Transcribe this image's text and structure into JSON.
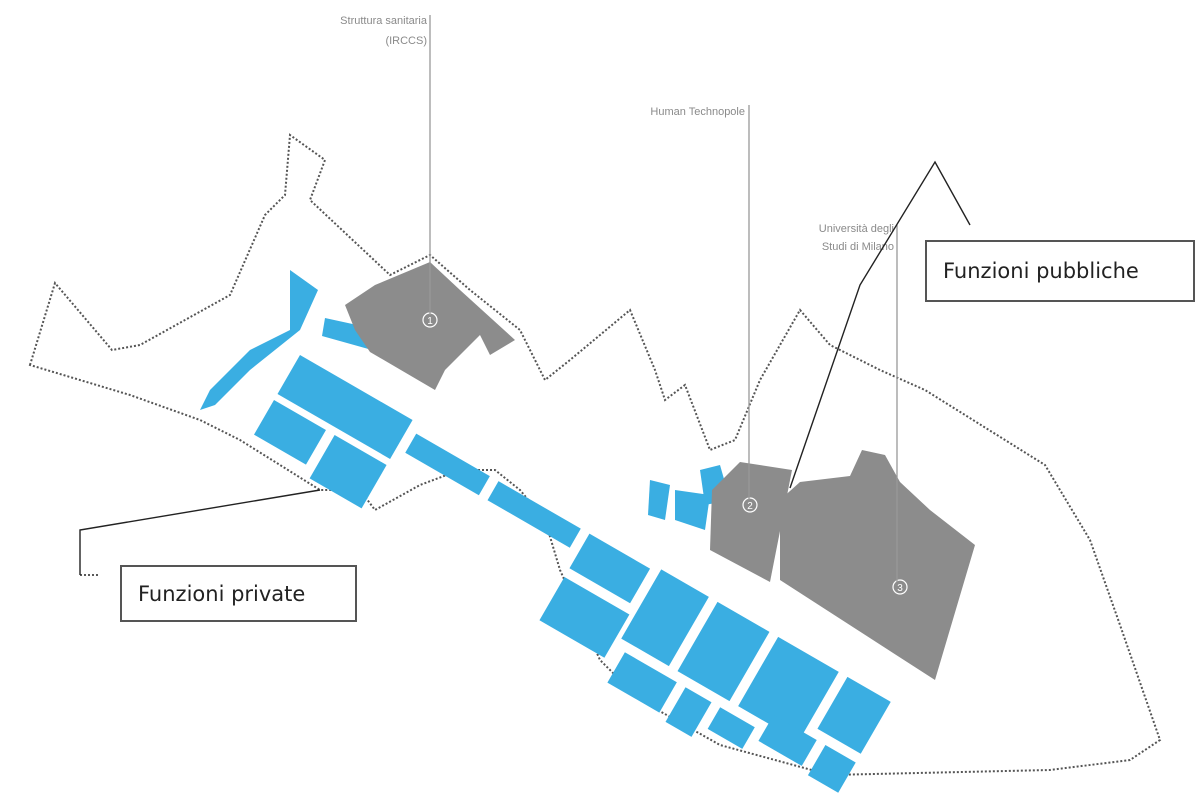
{
  "labels": {
    "struttura_line1": "Struttura sanitaria",
    "struttura_line2": "(IRCCS)",
    "human_technopole": "Human Technopole",
    "universita_line1": "Università degli",
    "universita_line2": "Studi di Milano",
    "funzioni_pubbliche": "Funzioni pubbliche",
    "funzioni_private": "Funzioni private"
  },
  "markers": [
    "1",
    "2",
    "3"
  ],
  "colors": {
    "private": "#3aaee2",
    "public": "#8c8c8c",
    "boundary": "#555555"
  }
}
